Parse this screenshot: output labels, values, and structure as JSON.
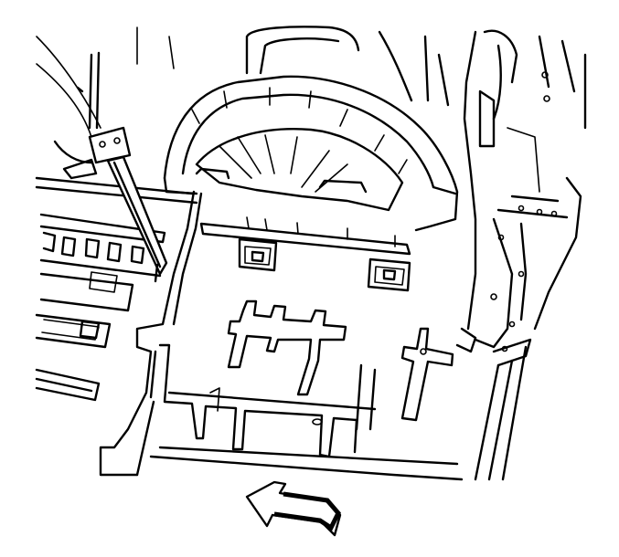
{
  "figure": {
    "kind": "technical line illustration",
    "colors": {
      "line": "#000000",
      "background": "#ffffff",
      "arrow": "#1a1a1a"
    },
    "parts": [
      "floor-panel",
      "wheelhouse",
      "seat-belt-retractor",
      "rear-body-pillar",
      "seat-anchor-bracket",
      "front-direction-arrow"
    ]
  }
}
